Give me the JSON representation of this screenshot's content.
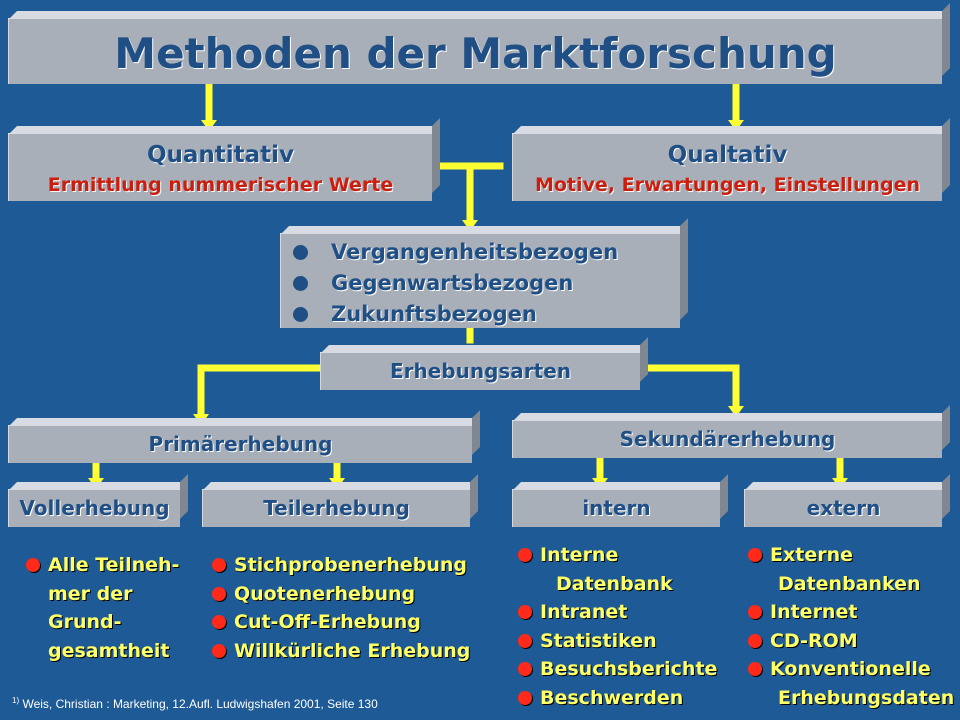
{
  "title": "Methoden der Marktforschung",
  "quantitativ": {
    "title": "Quantitativ",
    "subtitle": "Ermittlung nummerischer  Werte"
  },
  "qualitativ": {
    "title": "Qualtativ",
    "subtitle": "Motive, Erwartungen, Einstellungen"
  },
  "zeitbezug": [
    "Vergangenheitsbezogen",
    "Gegenwartsbezogen",
    "Zukunftsbezogen"
  ],
  "erhebungsarten": "Erhebungsarten",
  "primaer": "Primärerhebung",
  "sekundaer": "Sekundärerhebung",
  "vollerhebung": "Vollerhebung",
  "teilerhebung": "Teilerhebung",
  "intern": "intern",
  "extern": "extern",
  "voll_items": [
    "Alle Teilneh-",
    "mer der",
    "Grund-",
    "gesamtheit"
  ],
  "teil_items": [
    "Stichprobenerhebung",
    "Quotenerhebung",
    "Cut-Off-Erhebung",
    "Willkürliche Erhebung"
  ],
  "intern_items": [
    "Interne",
    "Datenbank",
    "Intranet",
    "Statistiken",
    "Besuchsberichte",
    "Beschwerden"
  ],
  "extern_items": [
    "Externe",
    "Datenbanken",
    "Internet",
    "CD-ROM",
    "Konventionelle",
    "Erhebungsdaten"
  ],
  "footnote_mark": "1)",
  "footnote": "Weis, Christian : Marketing, 12.Aufl. Ludwigshafen 2001, Seite 130",
  "colors": {
    "background": "#1e5a96",
    "box": "#a9afb8",
    "title": "#1f4f85",
    "subtitle": "#cc1e0e",
    "arrow": "#ffff33",
    "bullet_text": "#ffff66",
    "bullet_dot": "#ff2a1a"
  }
}
